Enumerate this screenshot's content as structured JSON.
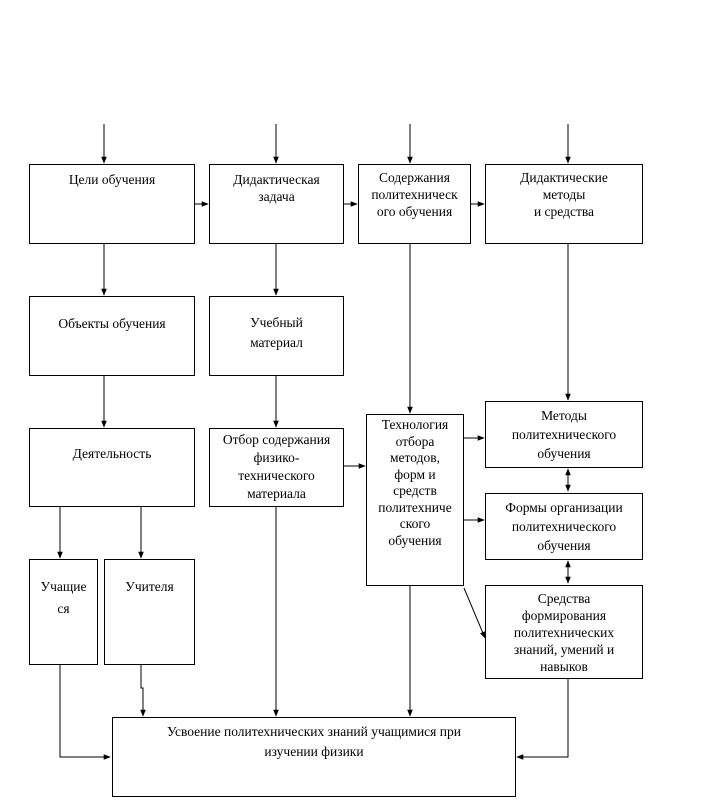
{
  "diagram": {
    "boxes": {
      "goals": "Цели  обучения",
      "didactic_task": "Дидактическая\nзадача",
      "content": "Содержания\nполитехническ\nого обучения",
      "methods_means": "Дидактические\nметоды\nи средства",
      "objects": "Объекты обучения",
      "material": "Учебный\nматериал",
      "activity": "Деятельность",
      "selection": "Отбор содержания\nфизико-\nтехнического\nматериала",
      "technology": "Технология\nотбора\nметодов,\nформ и\nсредств\nполитехниче\nского\nобучения",
      "poly_methods": "Методы\nполитехнического\nобучения",
      "forms": "Формы организации\nполитехнического\nобучения",
      "means_formation": "Средства\nформирования\nполитехнических\nзнаний, умений и\nнавыков",
      "students": "Учащие\nся",
      "teachers": "Учителя",
      "result": "Усвоение политехнических знаний учащимися при\nизучении физики"
    }
  }
}
